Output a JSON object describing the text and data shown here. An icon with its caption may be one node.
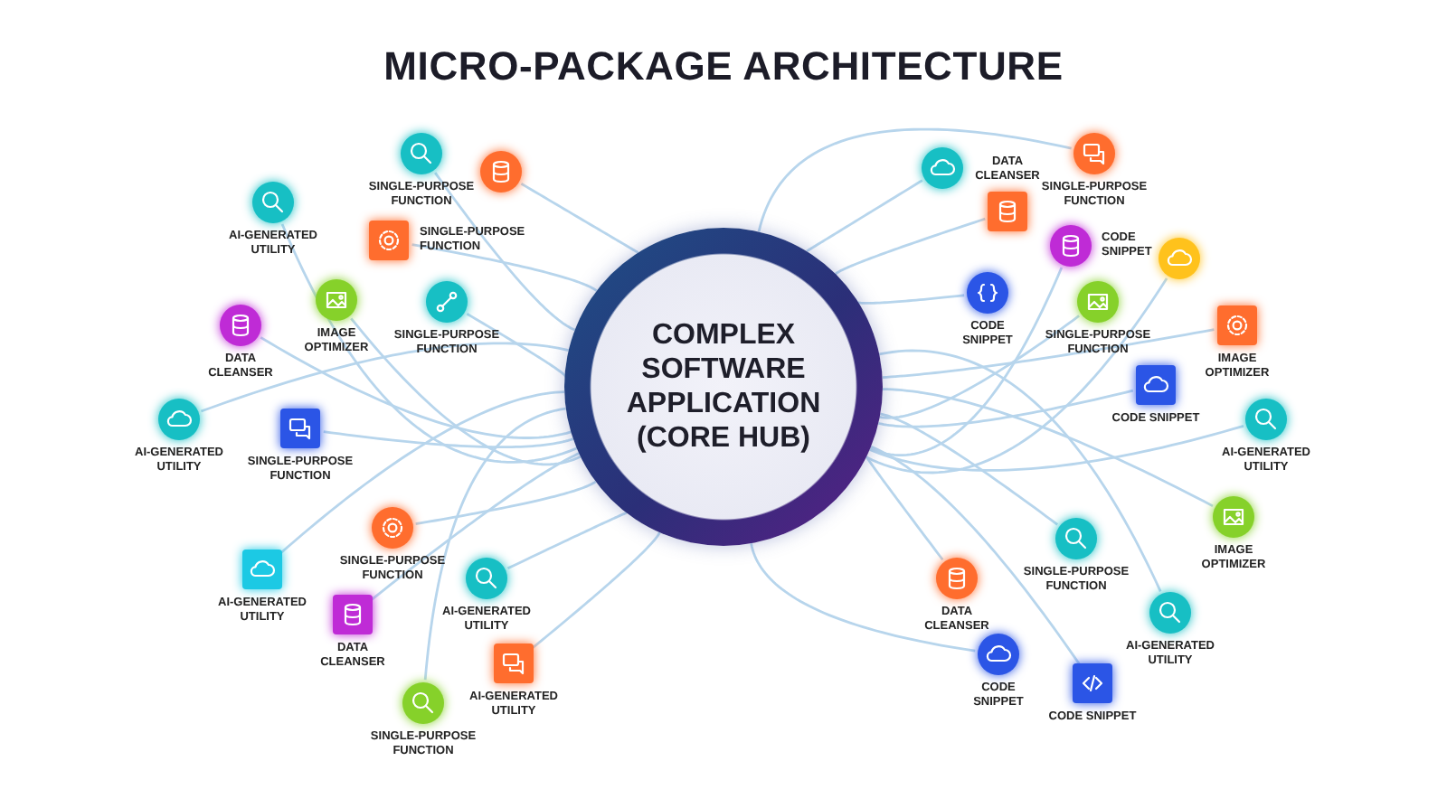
{
  "diagram": {
    "title": "MICRO-PACKAGE ARCHITECTURE",
    "nodes": [
      {
        "text": [
          "COMPLEX SOFTWARE APPLICATION (CORE HUB)"
        ]
      },
      {
        "text": [
          "SINGLE-PURPOSE FUNCTION"
        ]
      },
      {
        "text": [],
        "shape": "circle"
      },
      {
        "text": [
          "AI-GENERATED UTILITY"
        ]
      },
      {
        "text": [
          "SINGLE-PURPOSE FUNCTION"
        ]
      },
      {
        "text": [
          "IMAGE OPTIMIZER"
        ]
      },
      {
        "text": [
          "SINGLE-PURPOSE FUNCTION"
        ]
      },
      {
        "text": [
          "DATA CLEANSER"
        ]
      },
      {
        "text": [
          "AI-GENERATED UTILITY"
        ]
      },
      {
        "text": [
          "SINGLE-PURPOSE FUNCTION"
        ]
      },
      {
        "text": [
          "SINGLE-PURPOSE FUNCTION"
        ]
      },
      {
        "text": [
          "AI-GENERATED UTILITY"
        ]
      },
      {
        "text": [
          "AI-GENERATED UTILITY"
        ]
      },
      {
        "text": [
          "DATA CLEANSER"
        ]
      },
      {
        "text": [
          "AI-GENERATED UTILITY"
        ]
      },
      {
        "text": [
          "SINGLE-PURPOSE FUNCTION"
        ]
      },
      {
        "text": [],
        "shape": "circle"
      },
      {
        "text": [
          "DATA CLEANSER"
        ]
      },
      {
        "text": [
          "SINGLE-PURPOSE FUNCTION"
        ]
      },
      {
        "text": [
          "CODE SNIPPET"
        ]
      },
      {
        "text": [],
        "shape": "circle"
      },
      {
        "text": [
          "CODE SNIPPET"
        ]
      },
      {
        "text": [
          "SINGLE-PURPOSE FUNCTION"
        ]
      },
      {
        "text": [
          "IMAGE OPTIMIZER"
        ]
      },
      {
        "text": [
          "CODE SNIPPET"
        ]
      },
      {
        "text": [
          "AI-GENERATED UTILITY"
        ]
      },
      {
        "text": [
          "IMAGE OPTIMIZER"
        ]
      },
      {
        "text": [
          "SINGLE-PURPOSE FUNCTION"
        ]
      },
      {
        "text": [
          "DATA CLEANSER"
        ]
      },
      {
        "text": [
          "AI-GENERATED UTILITY"
        ]
      },
      {
        "text": [
          "CODE SNIPPET"
        ]
      },
      {
        "text": [
          "CODE SNIPPET"
        ]
      }
    ],
    "edges": [
      {
        "from": 1,
        "to": 0,
        "arrow": "none"
      },
      {
        "from": 2,
        "to": 0,
        "arrow": "none"
      },
      {
        "from": 3,
        "to": 0,
        "arrow": "none"
      },
      {
        "from": 4,
        "to": 0,
        "arrow": "none"
      },
      {
        "from": 5,
        "to": 0,
        "arrow": "none"
      },
      {
        "from": 6,
        "to": 0,
        "arrow": "none"
      },
      {
        "from": 7,
        "to": 0,
        "arrow": "none"
      },
      {
        "from": 8,
        "to": 0,
        "arrow": "none"
      },
      {
        "from": 9,
        "to": 0,
        "arrow": "none"
      },
      {
        "from": 10,
        "to": 0,
        "arrow": "none"
      },
      {
        "from": 11,
        "to": 0,
        "arrow": "none"
      },
      {
        "from": 12,
        "to": 0,
        "arrow": "none"
      },
      {
        "from": 13,
        "to": 0,
        "arrow": "none"
      },
      {
        "from": 14,
        "to": 0,
        "arrow": "none"
      },
      {
        "from": 15,
        "to": 0,
        "arrow": "none"
      },
      {
        "from": 16,
        "to": 0,
        "arrow": "none"
      },
      {
        "from": 17,
        "to": 0,
        "arrow": "none"
      },
      {
        "from": 18,
        "to": 0,
        "arrow": "none"
      },
      {
        "from": 19,
        "to": 0,
        "arrow": "none"
      },
      {
        "from": 20,
        "to": 0,
        "arrow": "none"
      },
      {
        "from": 21,
        "to": 0,
        "arrow": "none"
      },
      {
        "from": 22,
        "to": 0,
        "arrow": "none"
      },
      {
        "from": 23,
        "to": 0,
        "arrow": "none"
      },
      {
        "from": 24,
        "to": 0,
        "arrow": "none"
      },
      {
        "from": 25,
        "to": 0,
        "arrow": "none"
      },
      {
        "from": 26,
        "to": 0,
        "arrow": "none"
      },
      {
        "from": 27,
        "to": 0,
        "arrow": "none"
      },
      {
        "from": 28,
        "to": 0,
        "arrow": "none"
      },
      {
        "from": 29,
        "to": 0,
        "arrow": "none"
      },
      {
        "from": 30,
        "to": 0,
        "arrow": "none"
      },
      {
        "from": 31,
        "to": 0,
        "arrow": "none"
      }
    ]
  }
}
